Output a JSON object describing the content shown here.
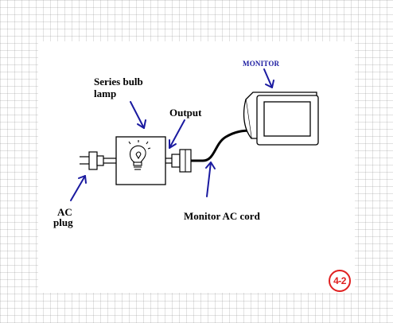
{
  "labels": {
    "monitor": "MONITOR",
    "series_bulb_line1": "Series bulb",
    "series_bulb_line2": "lamp",
    "output": "Output",
    "ac_plug_line1": "AC",
    "ac_plug_line2": "plug",
    "monitor_ac_cord": "Monitor AC cord"
  },
  "badge": "4-2",
  "colors": {
    "arrow": "#1a1aa0",
    "line": "#000000",
    "badge": "#e02020"
  }
}
